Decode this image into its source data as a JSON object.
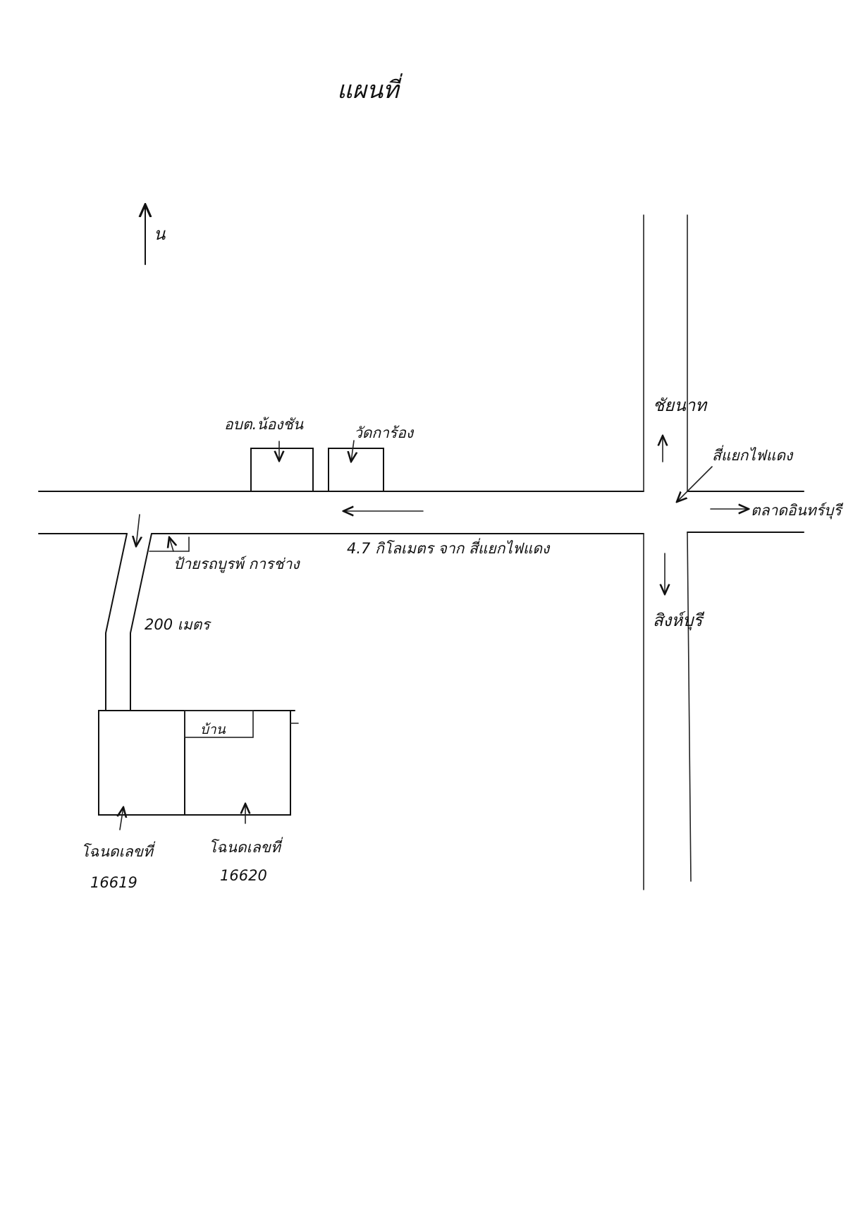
{
  "title": "แผนที่",
  "north_label": "น",
  "labels": {
    "sao_office": "อบต.น้องชัน",
    "temple": "วัดการ้อง",
    "sign": "ป้ายรถบูรพ์ การช่าง",
    "distance_main": "4.7 กิโลเมตร จาก สี่แยกไฟแดง",
    "distance_lane": "200 เมตร",
    "house": "บ้าน",
    "deed_left_line1": "โฉนดเลขที่",
    "deed_left_line2": "16619",
    "deed_right_line1": "โฉนดเลขที่",
    "deed_right_line2": "16620",
    "to_chainat": "ชัยนาท",
    "traffic_light": "สี่แยกไฟแดง",
    "to_market": "ตลาดอินทร์บุรี",
    "to_singburi": "สิงห์บุรี"
  },
  "icons": [
    "north-arrow-icon",
    "arrow-icon"
  ]
}
